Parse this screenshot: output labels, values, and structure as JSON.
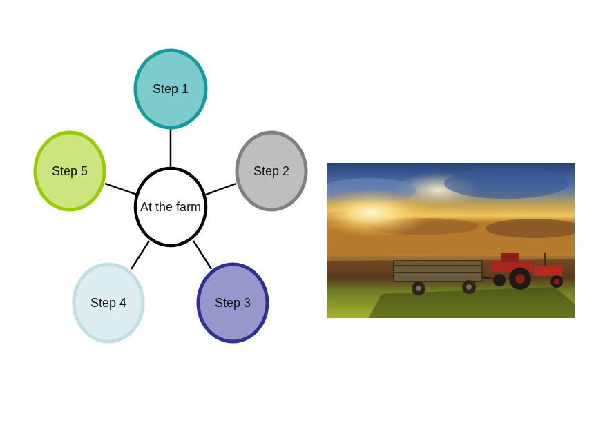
{
  "diagram": {
    "center": {
      "label": "At the farm"
    },
    "steps": [
      {
        "label": "Step 1",
        "fill": "#7dcbcb",
        "stroke": "#139b9c"
      },
      {
        "label": "Step 2",
        "fill": "#bebebe",
        "stroke": "#808080"
      },
      {
        "label": "Step 3",
        "fill": "#9797cc",
        "stroke": "#2e3192"
      },
      {
        "label": "Step 4",
        "fill": "#dceef2",
        "stroke": "#bfe0e6"
      },
      {
        "label": "Step 5",
        "fill": "#cbe57f",
        "stroke": "#99cc00"
      }
    ],
    "connector_color": "#000000"
  },
  "photo": {
    "subject": "tractor-with-trailer-in-field-at-sunset"
  }
}
